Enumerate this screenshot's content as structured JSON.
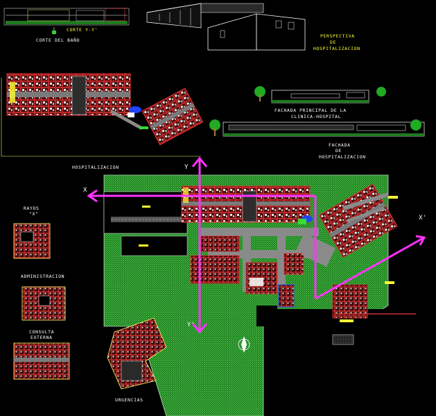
{
  "labels": {
    "corte_y": "CORTE Y-Y'",
    "corte_bano": "CORTE DEL BAÑO",
    "perspectiva_1": "PERSPECTIVA",
    "perspectiva_2": "DE",
    "perspectiva_3": "HOSPITALIZACION",
    "fachada_principal_1": "FACHADA PRINCIPAL DE LA",
    "fachada_principal_2": "CLINICA-HOSPITAL",
    "fachada_hosp_1": "FACHADA",
    "fachada_hosp_2": "DE",
    "fachada_hosp_3": "HOSPITALIZACION",
    "hospitalizacion": "HOSPITALIZACION",
    "rayos_1": "RAYOS",
    "rayos_2": "\"X\"",
    "administracion": "ADMINISTRACION",
    "consulta_1": "CONSULTA",
    "consulta_2": "EXTERNA",
    "urgencias": "URGENCIAS",
    "axis_x_left": "X",
    "axis_x_right": "X'",
    "axis_y_top": "Y",
    "axis_y_bottom": "Y'"
  },
  "colors": {
    "background": "#000000",
    "landscape": "#2a9a2a",
    "walls": "#c02828",
    "section_axis": "#ff33ff",
    "roads": "#8a8a8a",
    "label": "#ffffff"
  }
}
